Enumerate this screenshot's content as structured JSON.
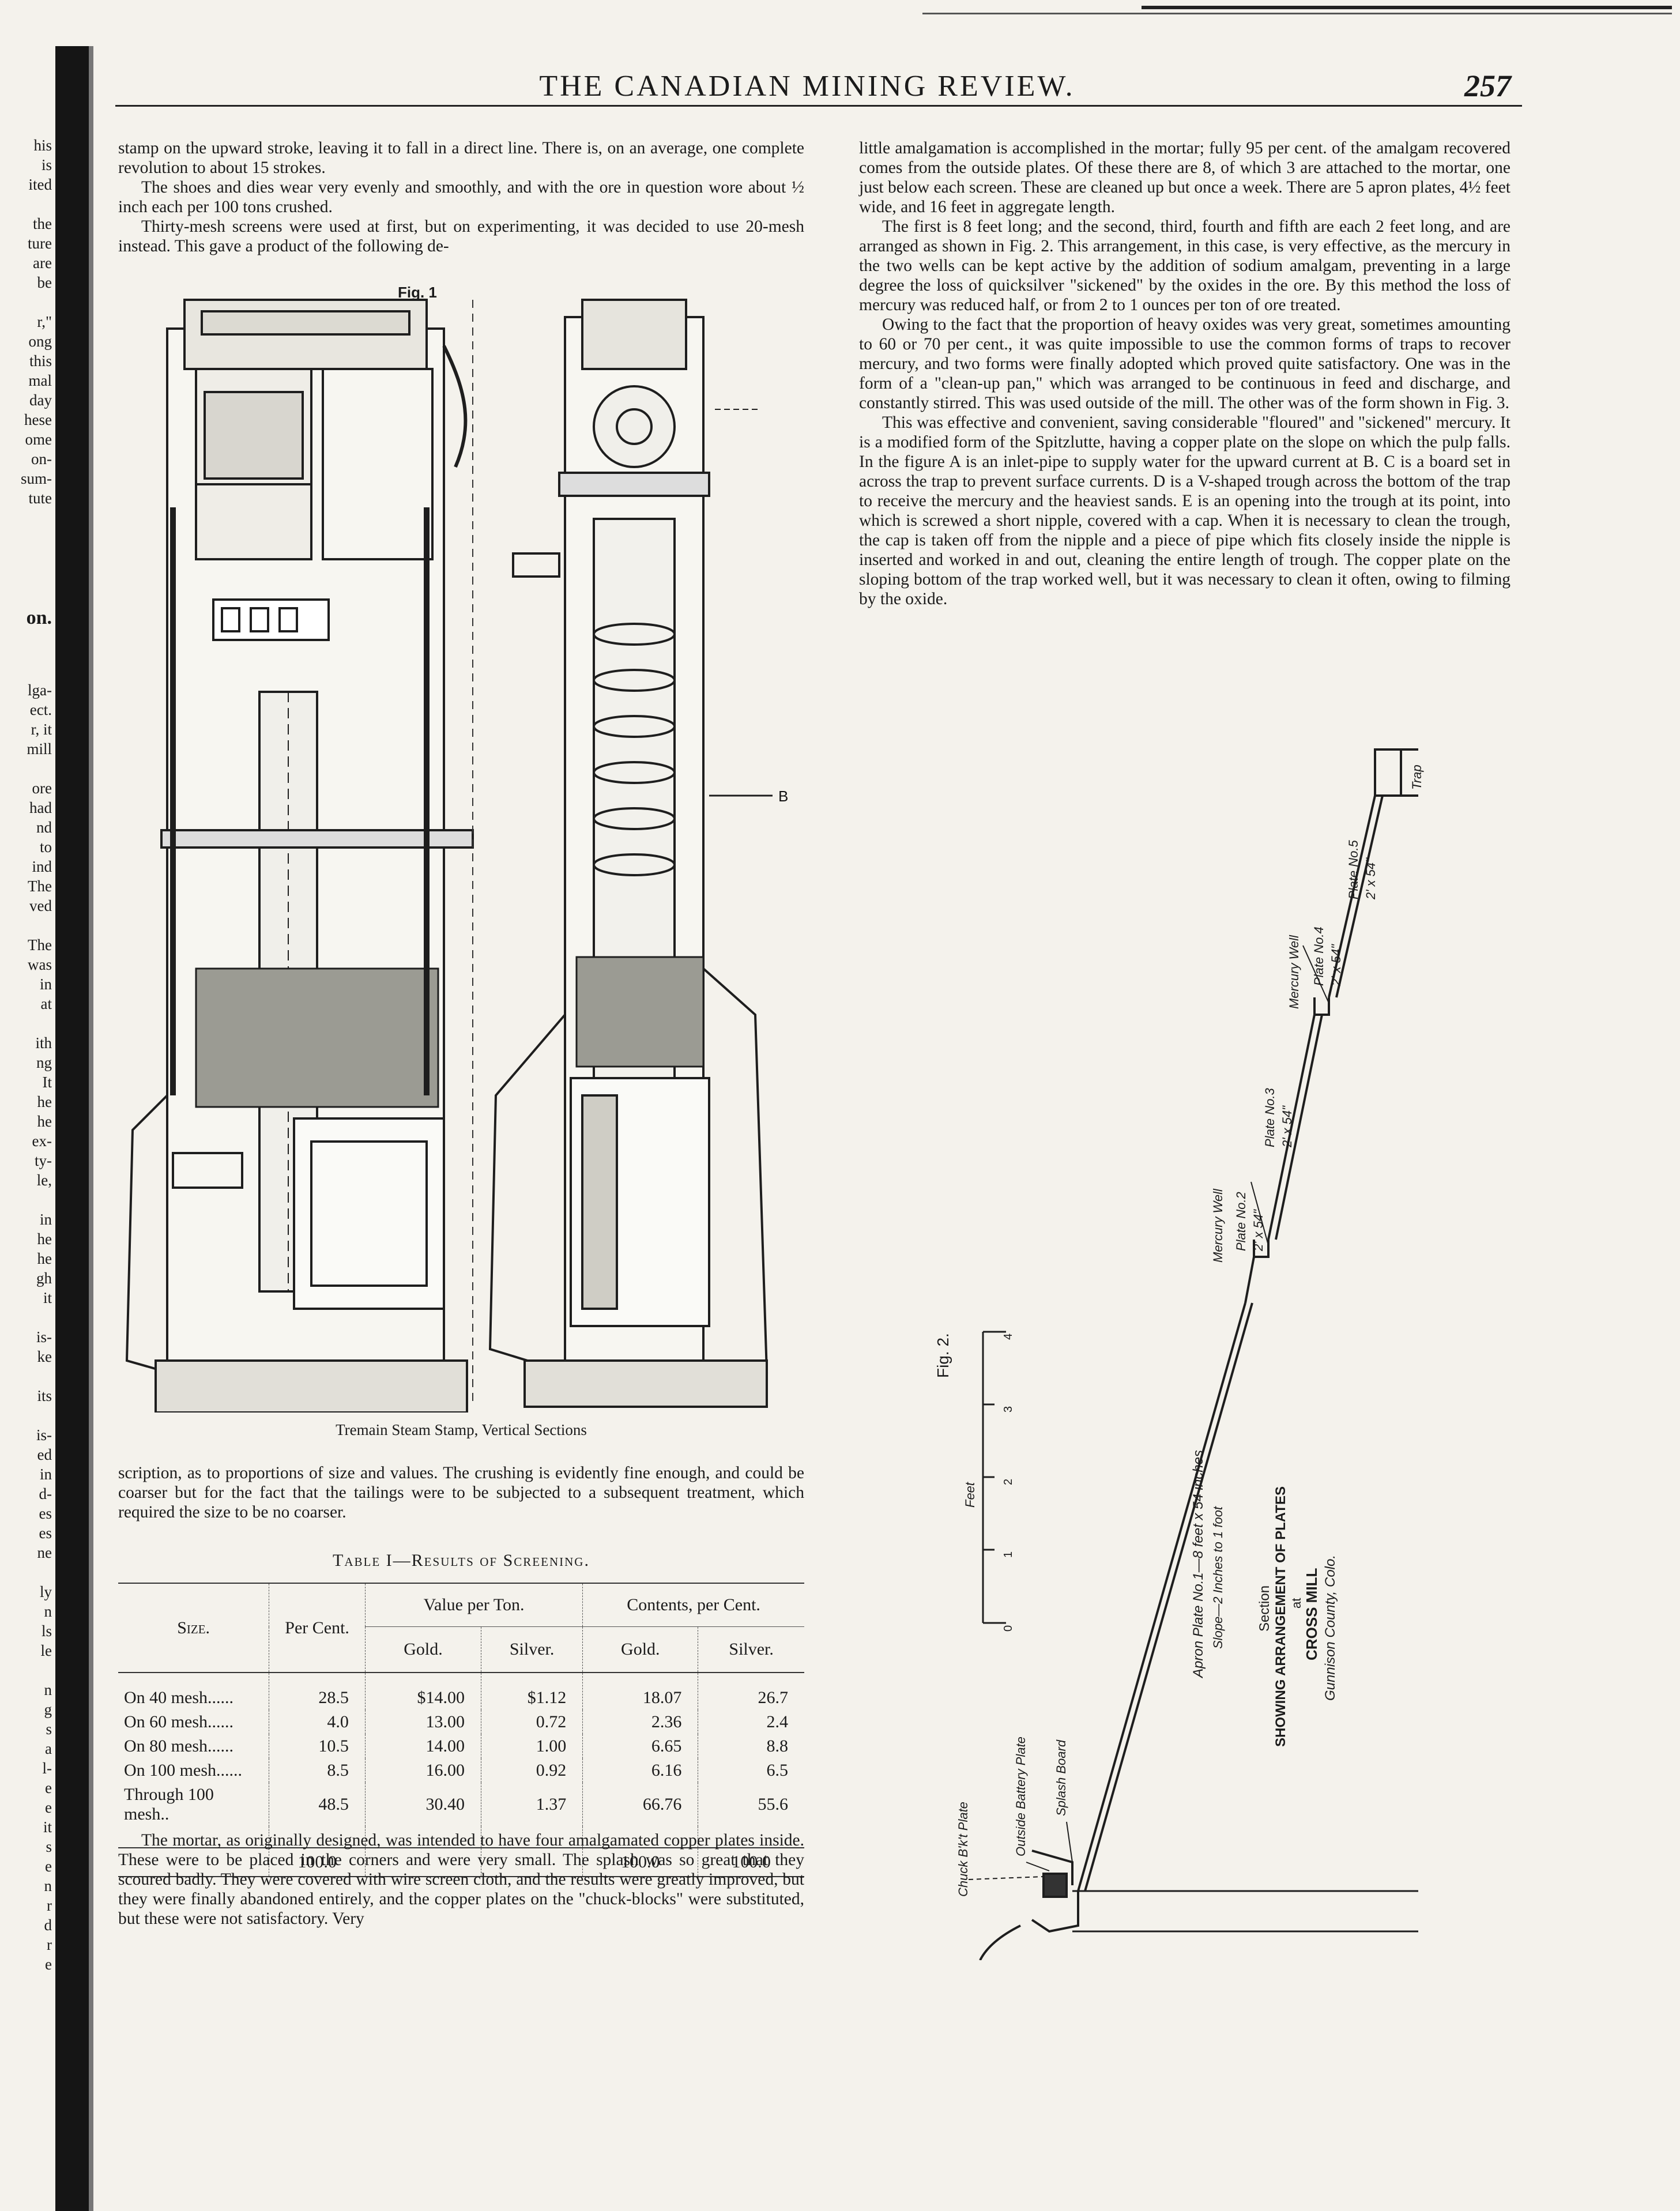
{
  "header": {
    "title": "THE CANADIAN MINING REVIEW.",
    "page_number": "257"
  },
  "left_column": {
    "top_paragraphs": [
      "stamp on the upward stroke, leaving it to fall in a direct line. There is, on an average, one complete revolution to about 15 strokes.",
      "The shoes and dies wear very evenly and smoothly, and with the ore in question wore about ½ inch each per 100 tons crushed.",
      "Thirty-mesh screens were used at first, but on experimenting, it was decided to use 20-mesh instead. This gave a product of the following de-"
    ],
    "after_figure_paragraph": "scription, as to proportions of size and values. The crushing is evidently fine enough, and could be coarser but for the fact that the tailings were to be subjected to a subsequent treatment, which required the size to be no coarser.",
    "bottom_paragraph": "The mortar, as originally designed, was intended to have four amalgamated copper plates inside. These were to be placed in the corners and were very small. The splash was so great that they scoured badly. They were covered with wire screen cloth, and the results were greatly improved, but they were finally abandoned entirely, and the copper plates on the \"chuck-blocks\" were substituted, but these were not satisfactory. Very"
  },
  "figure1": {
    "label": "Fig. 1",
    "caption": "Tremain Steam Stamp, Vertical Sections",
    "callout_b": "B"
  },
  "table": {
    "title": "Table I—Results of Screening.",
    "headers": {
      "size": "Size.",
      "per_cent": "Per Cent.",
      "value_group": "Value per Ton.",
      "contents_group": "Contents, per Cent.",
      "gold": "Gold.",
      "silver": "Silver."
    },
    "rows": [
      {
        "size": "On 40 mesh......",
        "per_cent": "28.5",
        "value_gold": "$14.00",
        "value_silver": "$1.12",
        "contents_gold": "18.07",
        "contents_silver": "26.7"
      },
      {
        "size": "On 60 mesh......",
        "per_cent": "4.0",
        "value_gold": "13.00",
        "value_silver": "0.72",
        "contents_gold": "2.36",
        "contents_silver": "2.4"
      },
      {
        "size": "On 80 mesh......",
        "per_cent": "10.5",
        "value_gold": "14.00",
        "value_silver": "1.00",
        "contents_gold": "6.65",
        "contents_silver": "8.8"
      },
      {
        "size": "On 100 mesh......",
        "per_cent": "8.5",
        "value_gold": "16.00",
        "value_silver": "0.92",
        "contents_gold": "6.16",
        "contents_silver": "6.5"
      },
      {
        "size": "Through 100 mesh..",
        "per_cent": "48.5",
        "value_gold": "30.40",
        "value_silver": "1.37",
        "contents_gold": "66.76",
        "contents_silver": "55.6"
      }
    ],
    "totals": {
      "per_cent": "100.0",
      "contents_gold": "100.0",
      "contents_silver": "100.0"
    }
  },
  "right_column": {
    "paragraphs": [
      "little amalgamation is accomplished in the mortar; fully 95 per cent. of the amalgam recovered comes from the outside plates. Of these there are 8, of which 3 are attached to the mortar, one just below each screen. These are cleaned up but once a week. There are 5 apron plates, 4½ feet wide, and 16 feet in aggregate length.",
      "The first is 8 feet long; and the second, third, fourth and fifth are each 2 feet long, and are arranged as shown in Fig. 2. This arrangement, in this case, is very effective, as the mercury in the two wells can be kept active by the addition of sodium amalgam, preventing in a large degree the loss of quicksilver \"sickened\" by the oxides in the ore. By this method the loss of mercury was reduced half, or from 2 to 1 ounces per ton of ore treated.",
      "Owing to the fact that the proportion of heavy oxides was very great, sometimes amounting to 60 or 70 per cent., it was quite impossible to use the common forms of traps to recover mercury, and two forms were finally adopted which proved quite satisfactory. One was in the form of a \"clean-up pan,\" which was arranged to be continuous in feed and discharge, and constantly stirred. This was used outside of the mill. The other was of the form shown in Fig. 3.",
      "This was effective and convenient, saving considerable \"floured\" and \"sickened\" mercury. It is a modified form of the Spitzlutte, having a copper plate on the slope on which the pulp falls. In the figure A is an inlet-pipe to supply water for the upward current at B. C is a board set in across the trap to prevent surface currents. D is a V-shaped trough across the bottom of the trap to receive the mercury and the heaviest sands. E is an opening into the trough at its point, into which is screwed a short nipple, covered with a cap. When it is necessary to clean the trough, the cap is taken off from the nipple and a piece of pipe which fits closely inside the nipple is inserted and worked in and out, cleaning the entire length of trough. The copper plate on the sloping bottom of the trap worked well, but it was necessary to clean it often, owing to filming by the oxide."
    ]
  },
  "figure2": {
    "label": "Fig. 2.",
    "title_lines": [
      "Section",
      "SHOWING ARRANGEMENT OF PLATES",
      "at",
      "CROSS MILL",
      "Gunnison County, Colo."
    ],
    "scale": {
      "label": "Feet",
      "ticks": [
        "0",
        "1",
        "2",
        "3",
        "4"
      ]
    },
    "labels": {
      "trap": "Trap",
      "plate5": "Plate No.5",
      "plate5_size": "2' x 54\"",
      "plate4": "Plate No.4",
      "plate4_size": "2' x 54\"",
      "mercury_well_upper": "Mercury Well",
      "plate3": "Plate No.3",
      "plate3_size": "2' x 54\"",
      "mercury_well_lower": "Mercury Well",
      "plate2": "Plate No.2",
      "plate2_size": "2' x 54\"",
      "apron": "Apron Plate No.1—8 feet x 54 inches",
      "slope": "Slope—2 Inches to 1 foot",
      "splash_board": "Splash Board",
      "outside_battery_plate": "Outside Battery Plate",
      "chuck_block_plate": "Chuck B'k't Plate"
    }
  },
  "margin_fragments": {
    "block1": [
      "his",
      "is",
      "ited",
      "",
      "the",
      "ture",
      "are",
      "be",
      "",
      "r,\"",
      "ong",
      "this",
      "mal",
      "day",
      "hese",
      "ome",
      "on-",
      "sum-",
      "tute"
    ],
    "heading": "on.",
    "block2": [
      "lga-",
      "ect.",
      "r, it",
      "mill",
      "",
      "ore",
      "had",
      "nd",
      "to",
      "ind",
      "The",
      "ved",
      "",
      "The",
      "was",
      "in",
      "at",
      "",
      "ith",
      "ng",
      "It",
      "he",
      "he",
      "ex-",
      "ty-",
      "le,",
      "",
      "in",
      "he",
      "he",
      "gh",
      "it",
      "",
      "is-",
      "ke",
      "",
      "its",
      "",
      "is-",
      "ed",
      "in",
      "d-",
      "es",
      "es",
      "ne",
      "",
      "ly",
      "n",
      "ls",
      "le",
      "",
      "n",
      "g",
      "s",
      "a",
      "l-",
      "e",
      "e",
      "it",
      "s",
      "e",
      "n",
      "r",
      "d",
      "r",
      "e"
    ]
  }
}
